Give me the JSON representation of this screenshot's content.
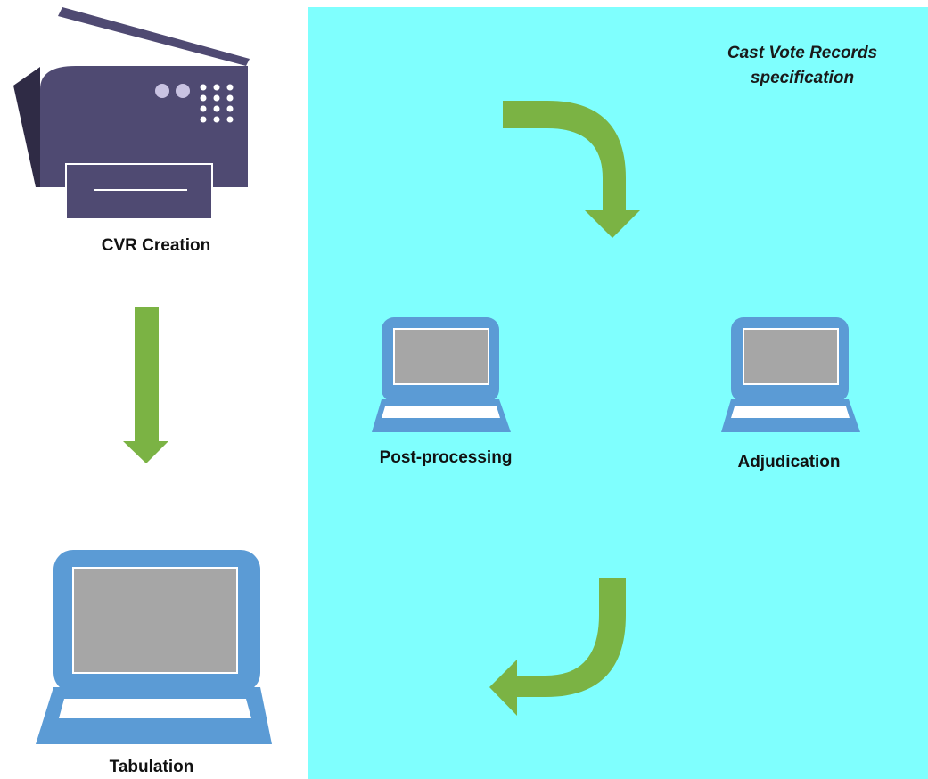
{
  "diagram": {
    "title": "Cast Vote Records specification",
    "nodes": [
      {
        "id": "cvr-creation",
        "label": "CVR Creation",
        "icon": "printer-icon"
      },
      {
        "id": "tabulation",
        "label": "Tabulation",
        "icon": "laptop-icon"
      },
      {
        "id": "post-processing",
        "label": "Post-processing",
        "icon": "laptop-icon"
      },
      {
        "id": "adjudication",
        "label": "Adjudication",
        "icon": "laptop-icon"
      }
    ],
    "edges": [
      {
        "from": "cvr-creation",
        "to": "tabulation",
        "style": "straight-arrow"
      },
      {
        "from": "post-processing",
        "to": "adjudication",
        "style": "curved-arrow"
      },
      {
        "from": "adjudication",
        "to": "post-processing",
        "style": "curved-arrow"
      }
    ]
  },
  "colors": {
    "zone_fill": "#7ffffe",
    "arrow": "#7bb344",
    "printer_body": "#4f4a72",
    "laptop_frame": "#5b9bd5",
    "laptop_screen": "#a6a6a6",
    "laptop_keyboard": "#ffffff"
  }
}
